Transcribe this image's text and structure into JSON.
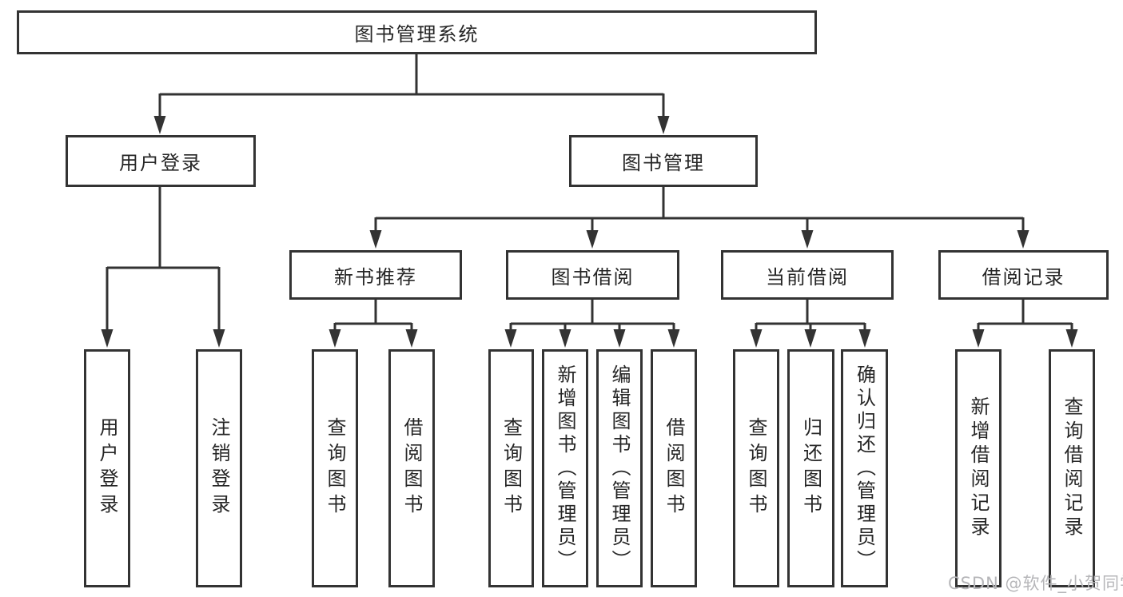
{
  "diagram": {
    "root": {
      "label": "图书管理系统"
    },
    "level2": [
      {
        "label": "用户登录"
      },
      {
        "label": "图书管理"
      }
    ],
    "level3": [
      {
        "label": "新书推荐"
      },
      {
        "label": "图书借阅"
      },
      {
        "label": "当前借阅"
      },
      {
        "label": "借阅记录"
      }
    ],
    "leaves": [
      {
        "label": "用户登录"
      },
      {
        "label": "注销登录"
      },
      {
        "label": "查询图书"
      },
      {
        "label": "借阅图书"
      },
      {
        "label": "查询图书"
      },
      {
        "label": "新增图书（管理员）"
      },
      {
        "label": "编辑图书（管理员）"
      },
      {
        "label": "借阅图书"
      },
      {
        "label": "查询图书"
      },
      {
        "label": "归还图书"
      },
      {
        "label": "确认归还（管理员）"
      },
      {
        "label": "新增借阅记录"
      },
      {
        "label": "查询借阅记录"
      }
    ],
    "colors": {
      "line": "#333333",
      "text": "#262626",
      "background": "#ffffff",
      "watermark": "#b6b6b9"
    }
  },
  "watermark": {
    "text": "CSDN @软件_小贺同学"
  }
}
